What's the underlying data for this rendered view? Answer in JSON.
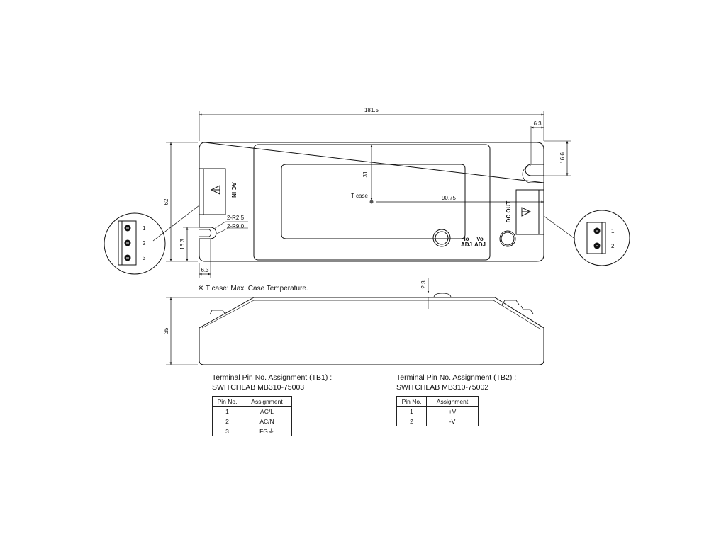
{
  "dimensions": {
    "overall_length": "181.5",
    "mount_offset_right": "6.3",
    "mount_slot_height_right": "16.6",
    "width": "62",
    "tcase_vertical": "31",
    "tcase_horizontal": "90.75",
    "tcase_label": "T case",
    "radius_small": "2-R2.5",
    "radius_large": "2-R9.0",
    "mount_slot_height_left": "16.3",
    "mount_offset_left": "6.3",
    "height": "35",
    "knob_height": "2.3"
  },
  "labels": {
    "ac_in": "AC IN",
    "dc_out": "DC OUT",
    "io_adj_top": "Io",
    "io_adj_bottom": "ADJ",
    "vo_adj_top": "Vo",
    "vo_adj_bottom": "ADJ",
    "tb1_pins": [
      "1",
      "2",
      "3"
    ],
    "tb2_pins": [
      "1",
      "2"
    ]
  },
  "note": "※ T case: Max. Case Temperature.",
  "tb1": {
    "title": "Terminal Pin No.  Assignment (TB1) :",
    "model": "SWITCHLAB MB310-75003",
    "headers": [
      "Pin No.",
      "Assignment"
    ],
    "rows": [
      {
        "pin": "1",
        "assignment": "AC/L"
      },
      {
        "pin": "2",
        "assignment": "AC/N"
      },
      {
        "pin": "3",
        "assignment": "FG"
      }
    ],
    "fg_symbol": "⏚"
  },
  "tb2": {
    "title": "Terminal Pin No.  Assignment (TB2) :",
    "model": "SWITCHLAB MB310-75002",
    "headers": [
      "Pin No.",
      "Assignment"
    ],
    "rows": [
      {
        "pin": "1",
        "assignment": "+V"
      },
      {
        "pin": "2",
        "assignment": "-V"
      }
    ]
  }
}
